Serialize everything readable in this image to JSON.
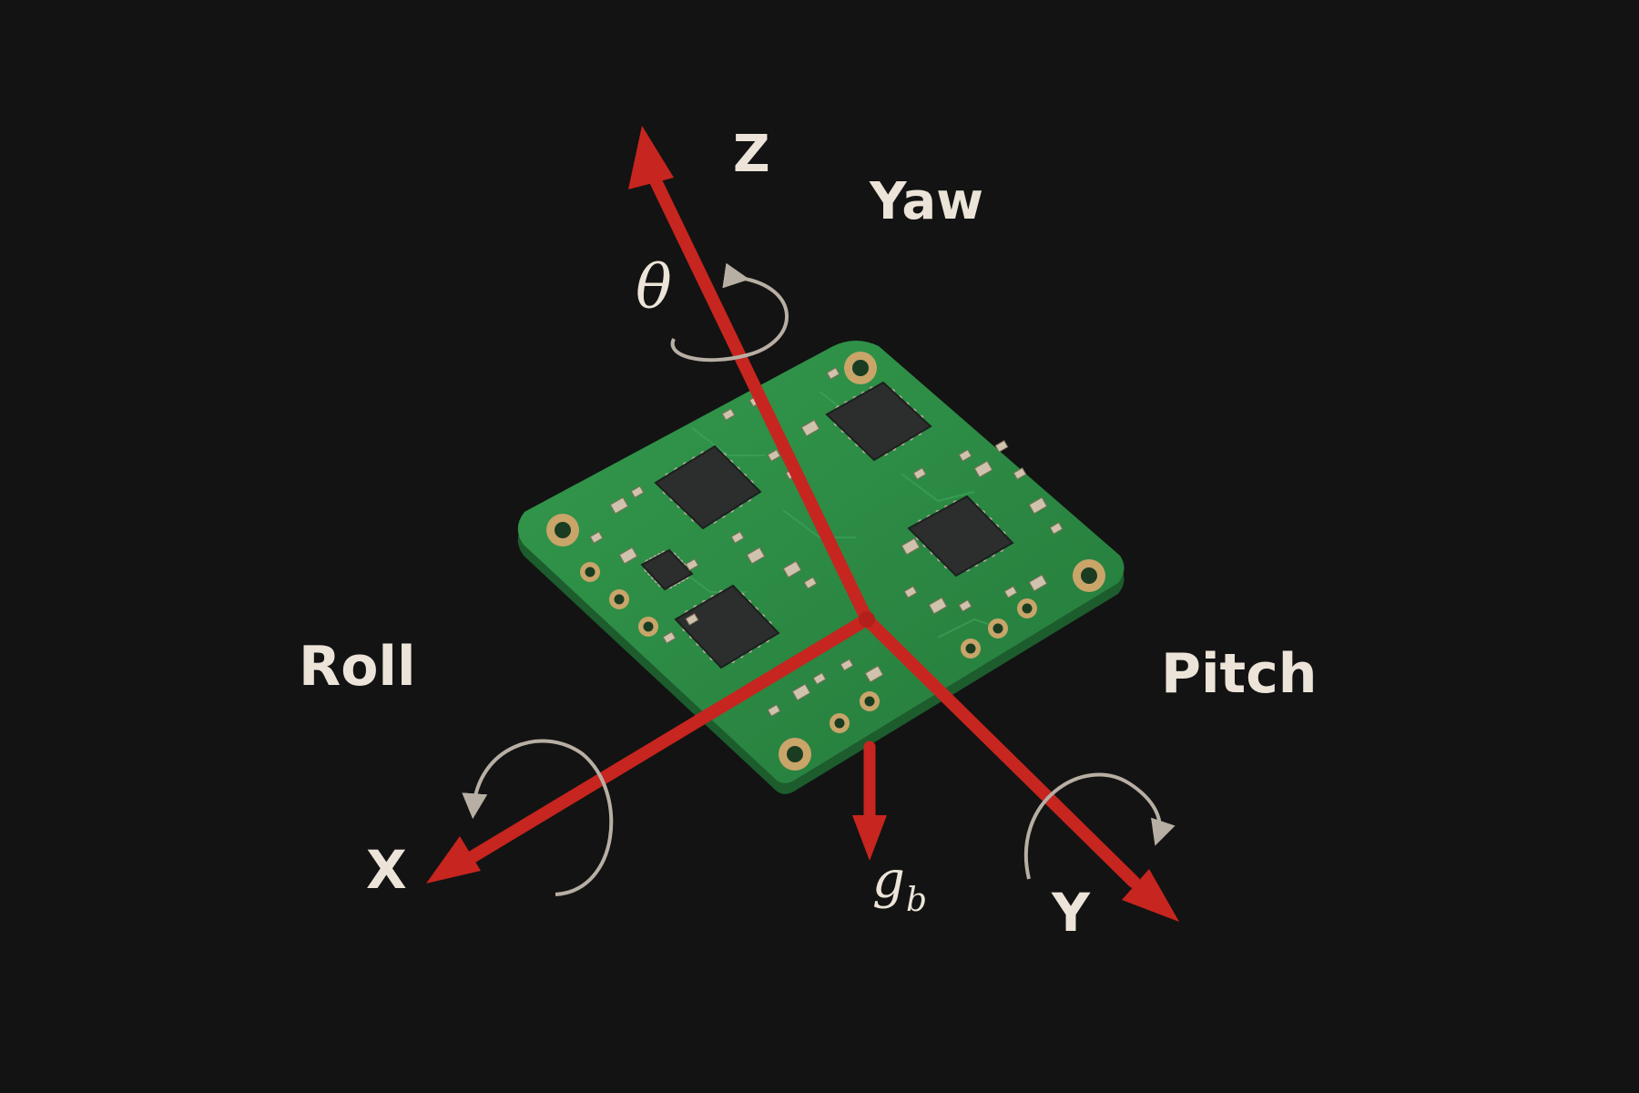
{
  "labels": {
    "z_axis": "Z",
    "x_axis": "X",
    "y_axis": "Y",
    "yaw": "Yaw",
    "roll": "Roll",
    "pitch": "Pitch",
    "theta": "θ",
    "gravity_base": "g",
    "gravity_sub": "b"
  },
  "colors": {
    "background": "#131313",
    "axis_red": "#c7251f",
    "axis_dark": "#7d100c",
    "pcb_green": "#2c8a44",
    "pcb_edge": "#1c5c2d",
    "pad_gold": "#c9a56a",
    "chip": "#2c2e2d",
    "label": "#ece4d8",
    "rotation_arrow": "#b8afa4"
  },
  "icons": [
    "rotation-arrow-icon",
    "axis-arrowhead-icon"
  ]
}
